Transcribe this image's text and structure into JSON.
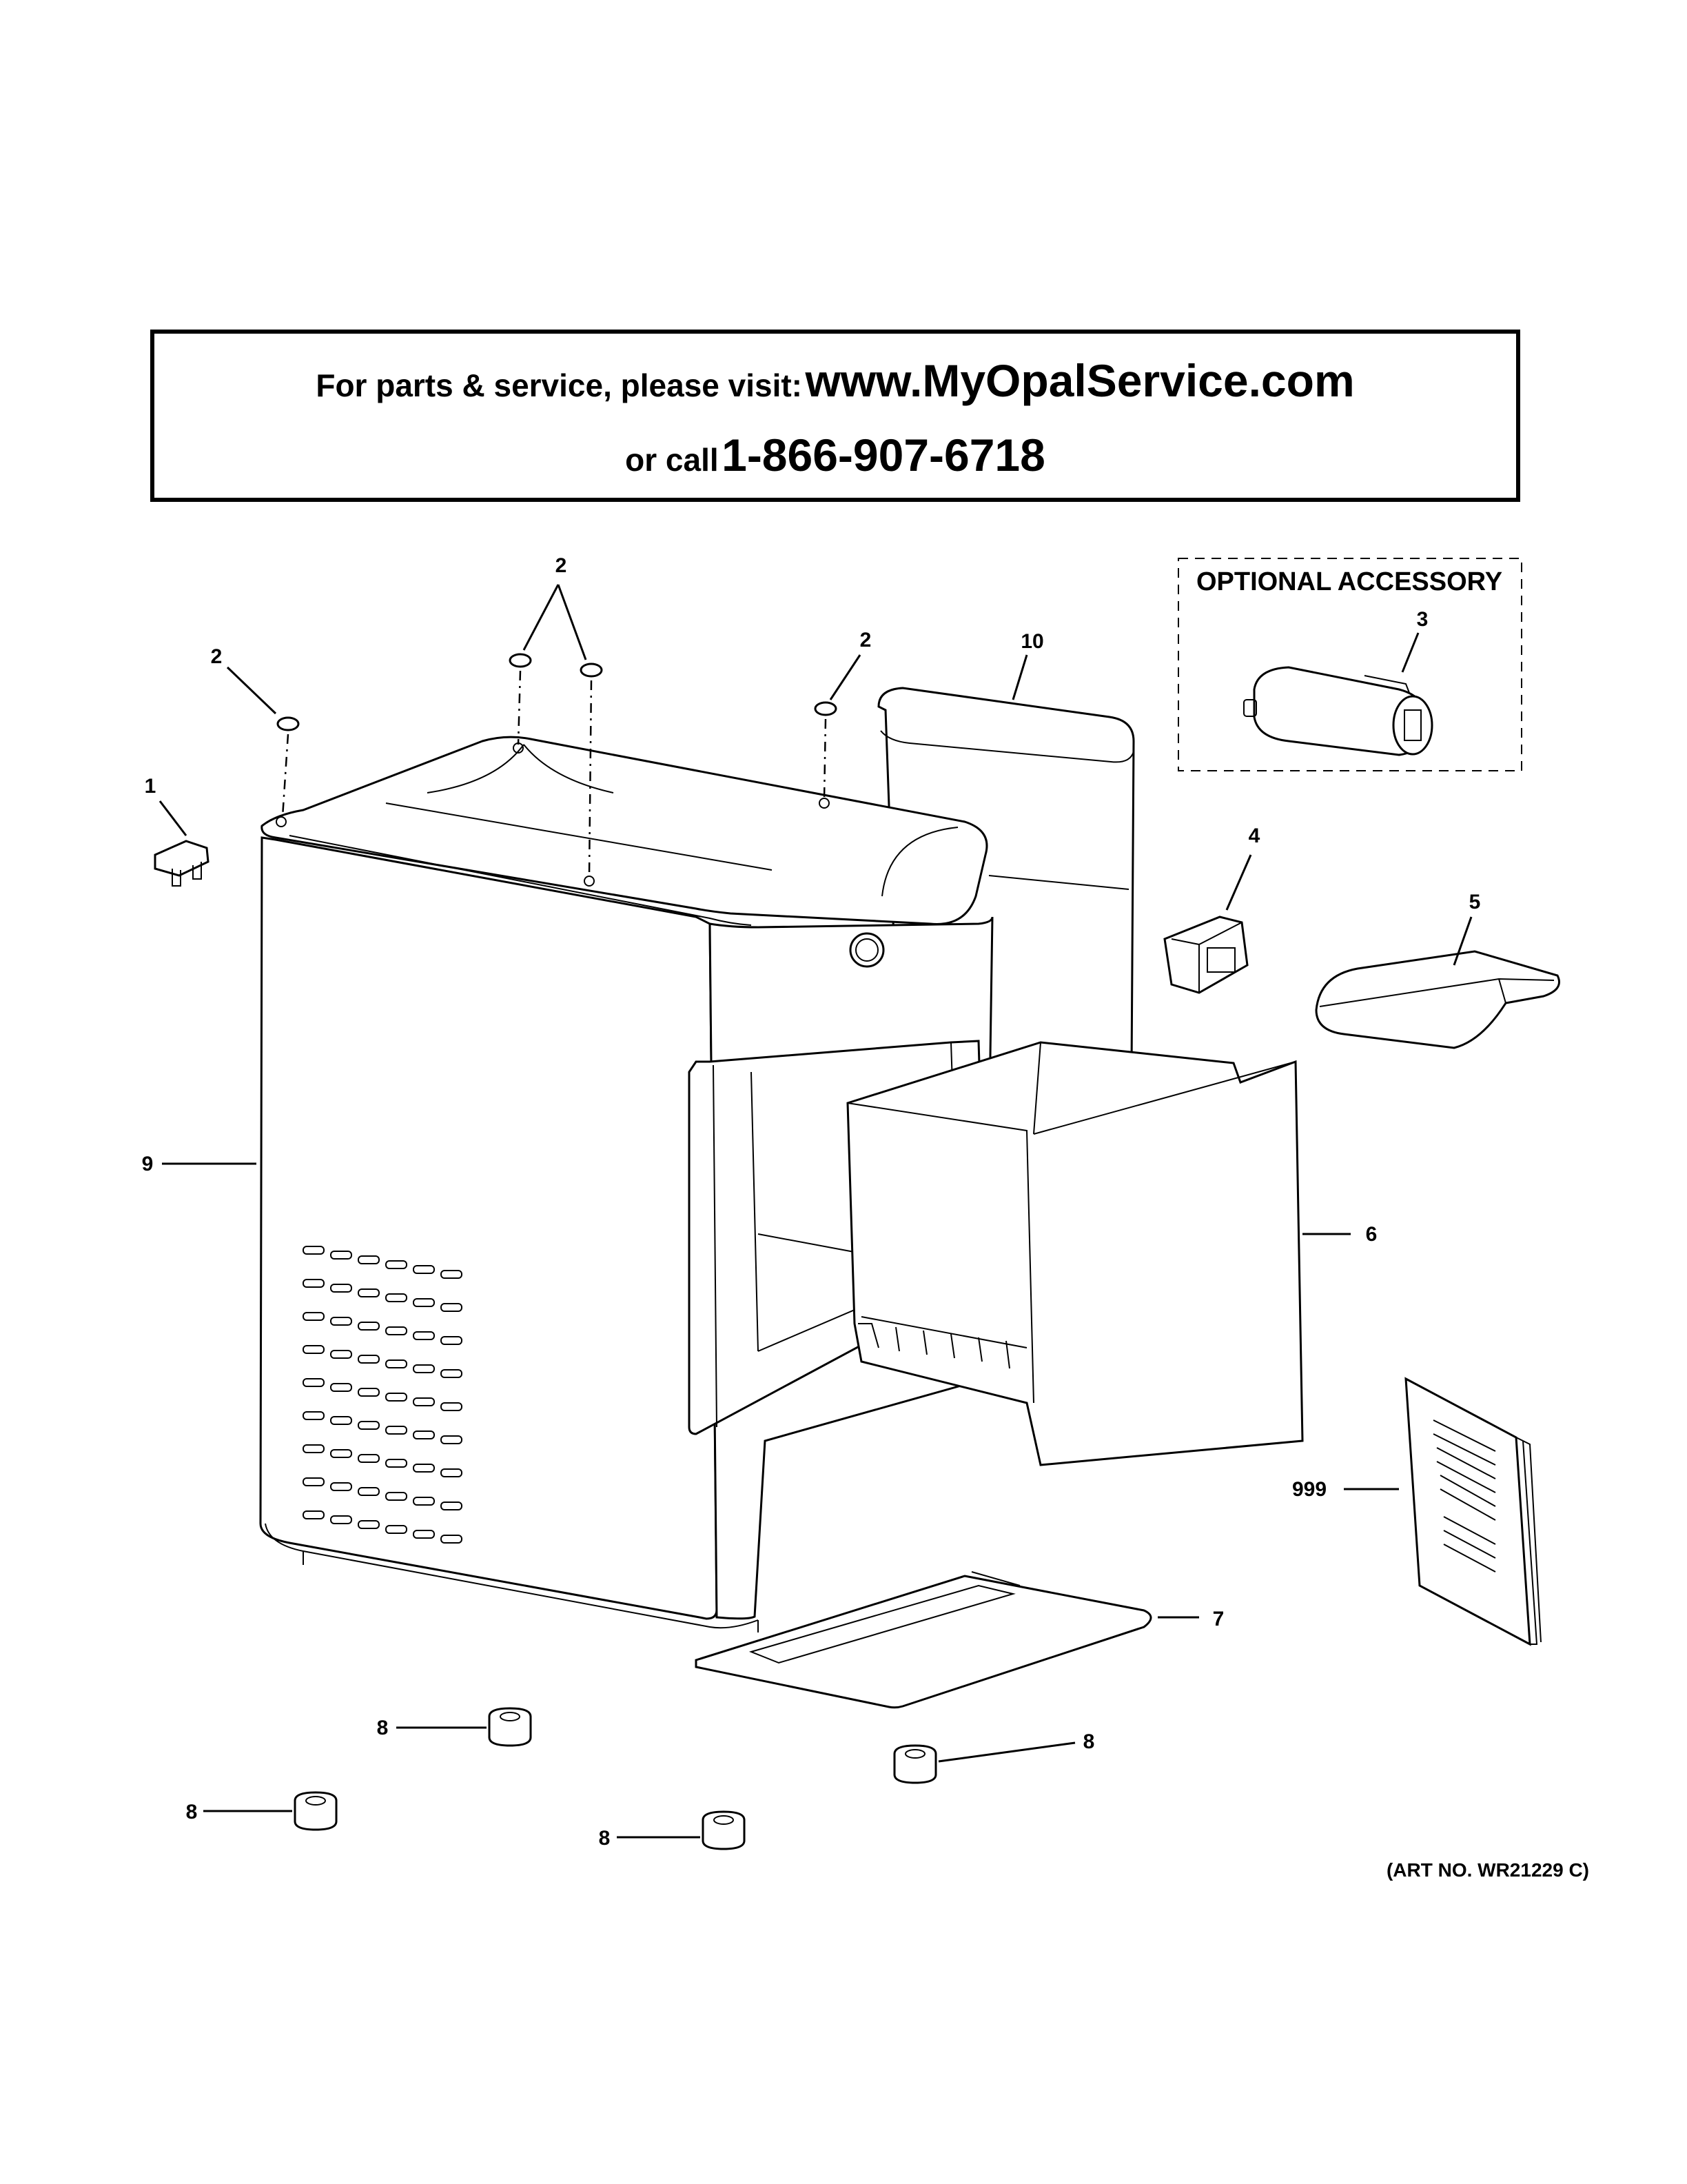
{
  "banner": {
    "line1_prefix": "For parts & service, please visit:",
    "line1_url": "www.MyOpalService.com",
    "line2_prefix": "or call",
    "line2_phone": "1-866-907-6718"
  },
  "accessory_box": {
    "title": "OPTIONAL ACCESSORY"
  },
  "callouts": {
    "c1": "1",
    "c2a": "2",
    "c2b": "2",
    "c2c": "2",
    "c3": "3",
    "c4": "4",
    "c5": "5",
    "c6": "6",
    "c7": "7",
    "c8a": "8",
    "c8b": "8",
    "c8c": "8",
    "c8d": "8",
    "c9": "9",
    "c10": "10",
    "c999": "999"
  },
  "art_number": "(ART NO. WR21229 C)",
  "icons": [
    "side-tank-icon",
    "ice-maker-body-icon",
    "ice-bin-icon",
    "scoop-icon",
    "filter-cartridge-icon",
    "drip-tray-icon",
    "foot-icon",
    "manual-icon",
    "plug-icon",
    "cap-icon"
  ]
}
